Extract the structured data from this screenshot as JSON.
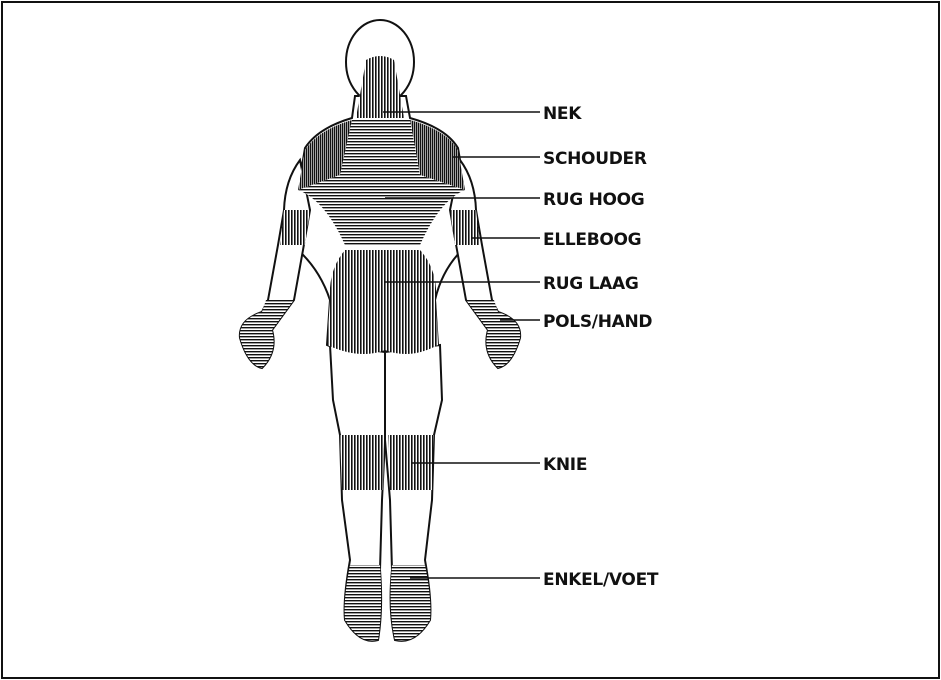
{
  "labels": {
    "nek": "NEK",
    "schouder": "SCHOUDER",
    "rug_hoog": "RUG HOOG",
    "elleboog": "ELLEBOOG",
    "rug_laag": "RUG LAAG",
    "pols_hand": "POLS/HAND",
    "knie": "KNIE",
    "enkel_voet": "ENKEL/VOET"
  },
  "colors": {
    "ink": "#111111",
    "paper": "#ffffff"
  }
}
